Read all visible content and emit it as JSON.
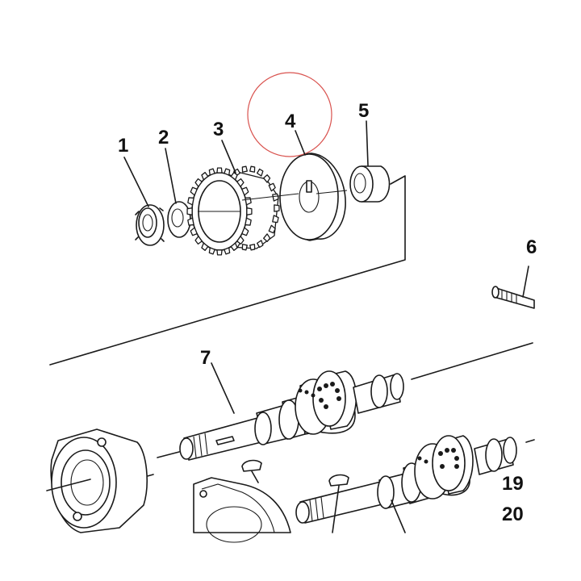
{
  "labels": {
    "l1": "1",
    "l2": "2",
    "l3": "3",
    "l4": "4",
    "l5": "5",
    "l6": "6",
    "l7": "7",
    "l19": "19",
    "l20": "20"
  },
  "highlight": {
    "color": "#d9534f",
    "target": "4"
  },
  "colors": {
    "line": "#1a1a1a",
    "background": "#ffffff"
  }
}
